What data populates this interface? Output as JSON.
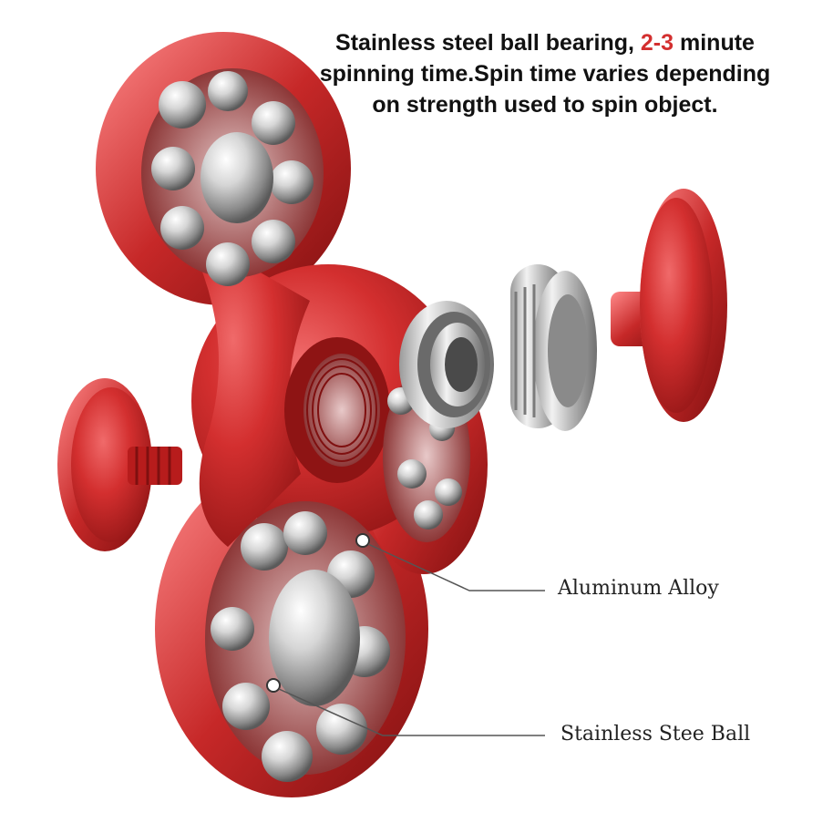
{
  "headline": {
    "line1_before": "Stainless steel ball bearing, ",
    "line1_accent": "2-3",
    "line1_after": " minute",
    "line2": "spinning time.Spin time varies depending",
    "line3": "on strength used to spin object."
  },
  "callouts": {
    "alloy": "Aluminum Alloy",
    "ball": "Stainless Stee Ball"
  },
  "colors": {
    "accent": "#d32f2f",
    "spinner_red": "#c62828",
    "steel": "#c8c8c8"
  }
}
